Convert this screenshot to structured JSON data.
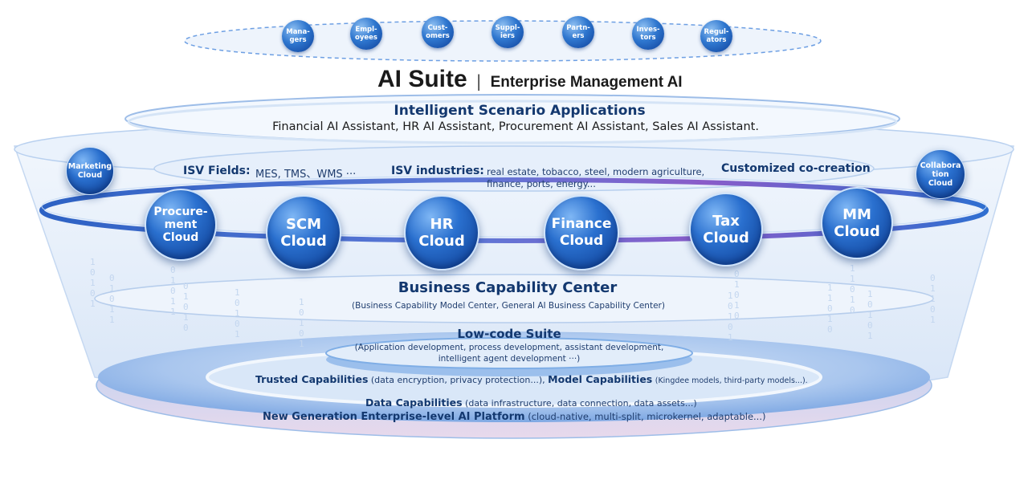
{
  "title": {
    "main": "AI Suite",
    "separator": "|",
    "subtitle": "Enterprise Management AI"
  },
  "stakeholders": [
    "Mana-\ngers",
    "Empl-\noyees",
    "Cust-\nomers",
    "Suppl-\niers",
    "Partn-\ners",
    "Inves-\ntors",
    "Regul-\nators"
  ],
  "scenario": {
    "title": "Intelligent Scenario Applications",
    "items": "Financial AI Assistant, HR AI Assistant, Procurement AI Assistant, Sales AI Assistant."
  },
  "isv": {
    "fields_label": "ISV Fields:",
    "fields_value": "MES, TMS、WMS ···",
    "industries_label": "ISV industries:",
    "industries_line1": "real estate, tobacco, steel, modern agriculture,",
    "industries_line2": "finance, ports, energy...",
    "cocreation": "Customized co-creation"
  },
  "side_clouds": {
    "left": "Marketing\nCloud",
    "right": "Collabora\ntion\nCloud"
  },
  "clouds": [
    "Procure-\nment\nCloud",
    "SCM\nCloud",
    "HR\nCloud",
    "Finance\nCloud",
    "Tax\nCloud",
    "MM\nCloud"
  ],
  "business_capability": {
    "title": "Business Capability Center",
    "sub": "(Business Capability Model Center, General AI Business Capability Center)"
  },
  "lowcode": {
    "title": "Low-code Suite",
    "line1": "(Application development, process development, assistant development,",
    "line2": "intelligent agent development ···)"
  },
  "platform": {
    "trusted_label": "Trusted Capabilities",
    "trusted_detail": "(data encryption, privacy protection...),",
    "model_label": "Model Capabilities",
    "model_detail": "(Kingdee models, third-party models...).",
    "data_label": "Data Capabilities",
    "data_detail": "(data infrastructure, data connection, data assets...)",
    "platform_label": "New Generation Enterprise-level AI Platform",
    "platform_detail": "(cloud-native, multi-split, microkernel, adaptable...)"
  },
  "binary_digits": [
    "1",
    "0",
    "1",
    "0",
    "1",
    "0",
    "1",
    "0",
    "1",
    "1",
    "0",
    "1",
    "0",
    "1",
    "1",
    "0"
  ],
  "colors": {
    "sphere_dark": "#0b3a8e",
    "sphere_light": "#7fb7f5",
    "heading": "#13386f",
    "ring_blue": "#2f6fd0",
    "ring_purple": "#7b4fc8"
  }
}
